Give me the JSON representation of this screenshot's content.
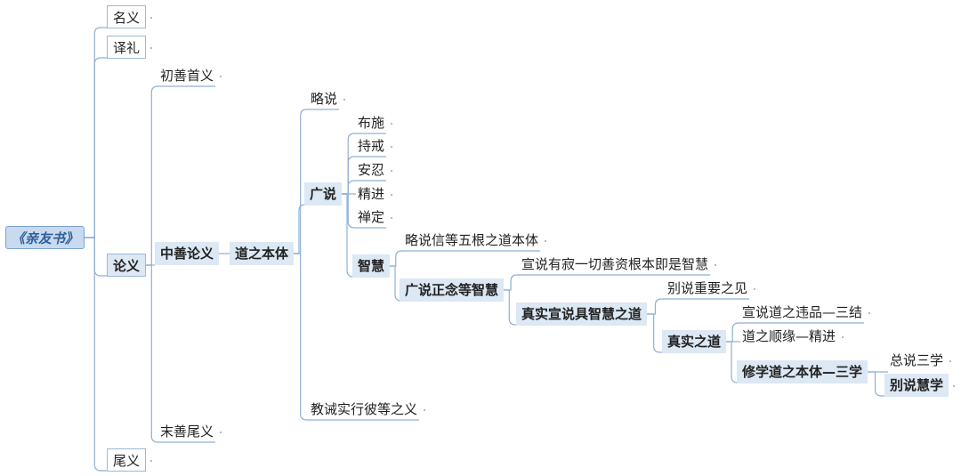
{
  "colors": {
    "line": "#8fb0d2",
    "highlight_fill": "#dce8f4",
    "root_fill": "#c9daf0",
    "root_text": "#2d5f99"
  },
  "mindmap": {
    "root": "《亲友书》",
    "l1": {
      "mingyi": "名义",
      "yili": "译礼",
      "lunyi": "论义",
      "weiyi": "尾义"
    },
    "l2": {
      "chushan": "初善首义",
      "zhongshan": "中善论义",
      "moshan": "末善尾义"
    },
    "l3": {
      "daozhibenti": "道之本体"
    },
    "l4": {
      "lueshuo": "略说",
      "guangshuo": "广说",
      "jiaojie": "教诫实行彼等之义"
    },
    "l5": {
      "bushi": "布施",
      "chijie": "持戒",
      "anren": "安忍",
      "jingjin": "精进",
      "chanding": "禅定",
      "zhihui": "智慧"
    },
    "l6": {
      "lueshuo_xin": "略说信等五根之道本体",
      "guangshuo_zhengnian": "广说正念等智慧"
    },
    "l7": {
      "xuanshuo": "宣说有寂一切善资根本即是智慧",
      "zhenshi_xuanshuo": "真实宣说具智慧之道"
    },
    "l8": {
      "bieshuo_zhongyao": "别说重要之见",
      "zhenshi_zhidao": "真实之道"
    },
    "l9": {
      "xuanshuo_weipin": "宣说道之违品—三结",
      "daozhi_shunyuan": "道之顺缘—精进",
      "xiuxue": "修学道之本体—三学"
    },
    "l10": {
      "zongshuo": "总说三学",
      "bieshuo_huixue": "别说慧学"
    }
  }
}
